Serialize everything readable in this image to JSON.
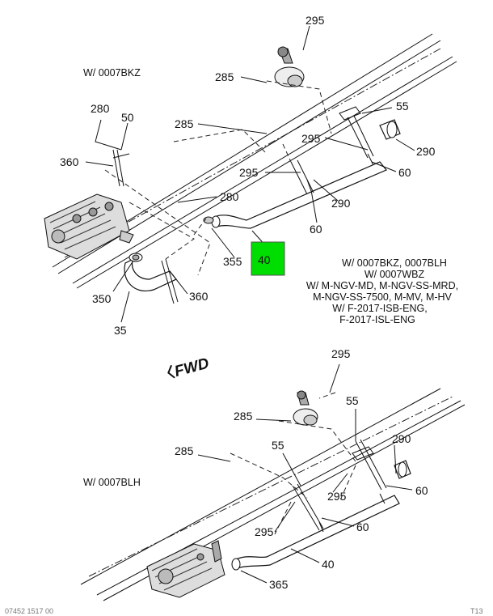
{
  "notes": {
    "top_left": "W/ 0007BKZ",
    "bottom_left": "W/ 0007BLH",
    "applicability": [
      "W/ 0007BKZ, 0007BLH",
      "W/ 0007WBZ",
      "W/ M-NGV-MD, M-NGV-SS-MRD,",
      "M-NGV-SS-7500, M-MV, M-HV",
      "W/ F-2017-ISB-ENG,",
      "F-2017-ISL-ENG"
    ]
  },
  "fwd": "FWD",
  "callouts_top": [
    "295",
    "285",
    "55",
    "285",
    "295",
    "290",
    "295",
    "60",
    "290",
    "60",
    "280",
    "50",
    "360",
    "280",
    "355",
    "40",
    "350",
    "360",
    "35"
  ],
  "callouts_bottom": [
    "295",
    "55",
    "285",
    "290",
    "55",
    "285",
    "295",
    "60",
    "295",
    "60",
    "40",
    "365"
  ],
  "highlight": {
    "label": "40",
    "color": "#00dd00"
  },
  "footer": {
    "left": "07452 1517 00",
    "right": "T13"
  }
}
